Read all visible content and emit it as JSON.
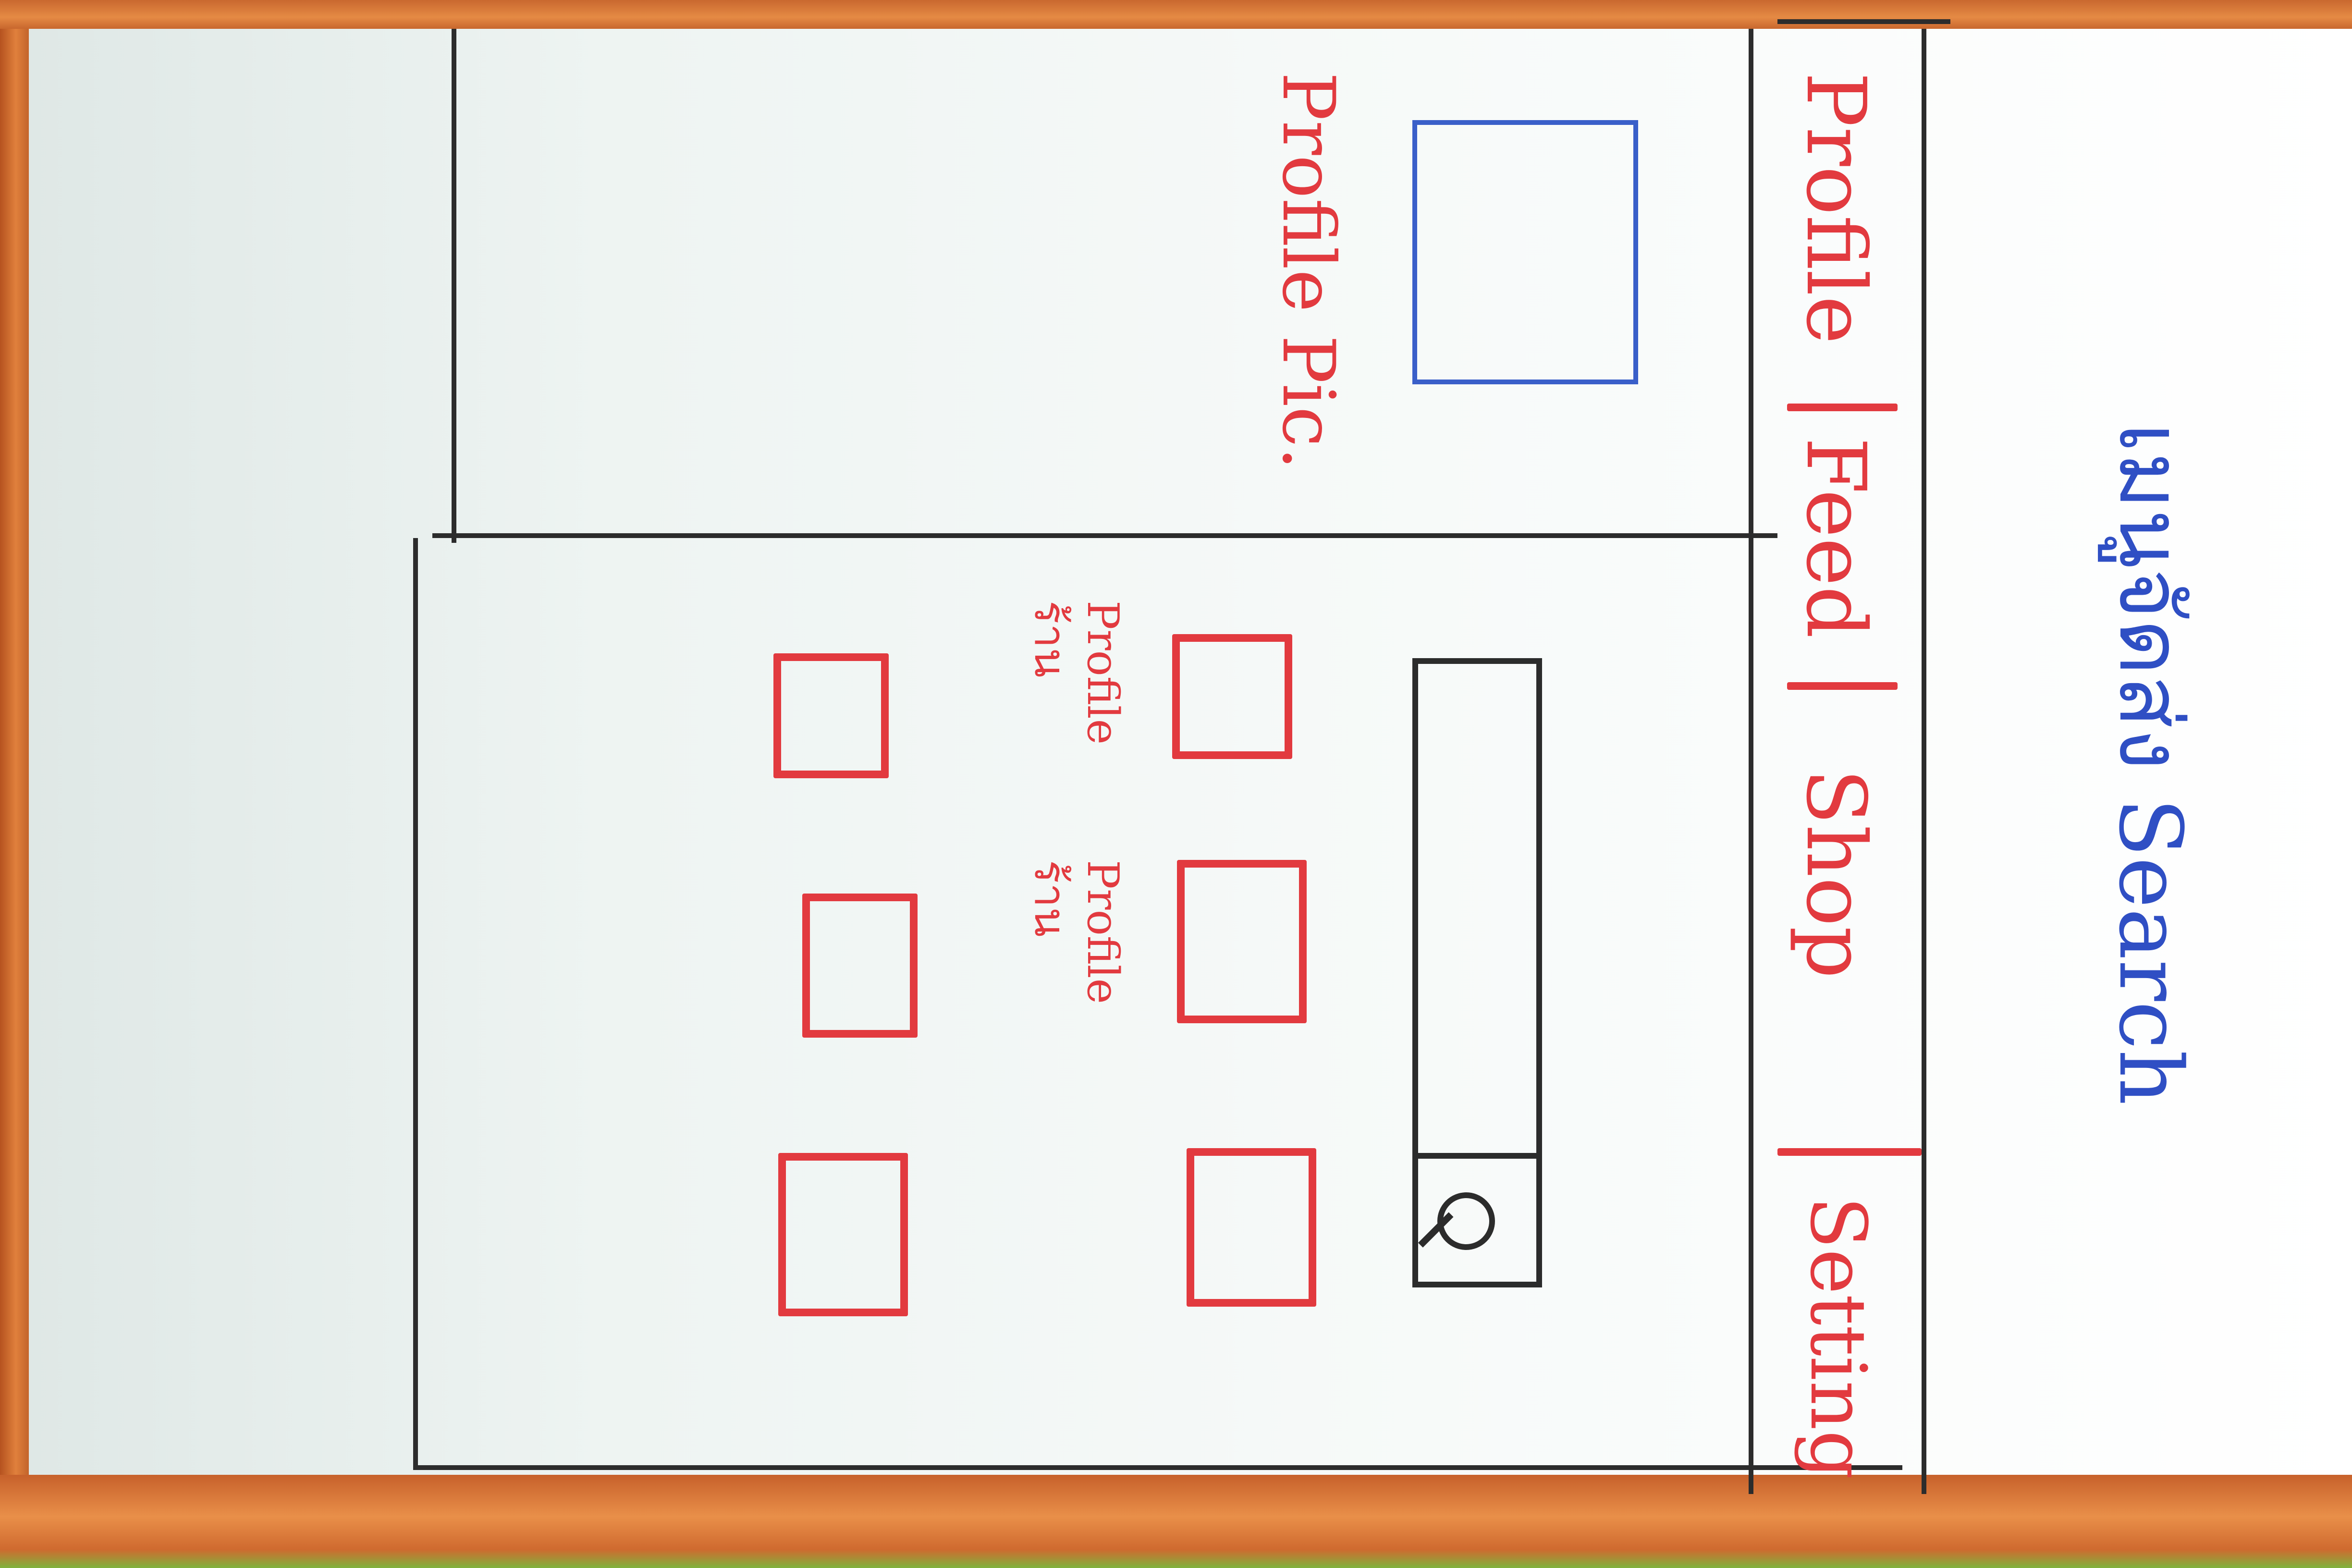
{
  "header": {
    "title": "เมนูจัดส่ง Search"
  },
  "nav": {
    "items": [
      {
        "label": "Profile"
      },
      {
        "label": "Feed"
      },
      {
        "label": "Shop"
      },
      {
        "label": "Setting"
      }
    ]
  },
  "profile": {
    "pic_label": "Profile Pic."
  },
  "search": {
    "icon": "search-icon"
  },
  "results": {
    "tiles": [
      {
        "label": "Profile ร้าน"
      },
      {
        "label": "Profile ร้าน"
      }
    ]
  },
  "colors": {
    "ink_black": "#2c2c2c",
    "ink_red": "#e23a3f",
    "ink_blue": "#2f4fc4",
    "frame_orange": "#e0803c"
  }
}
